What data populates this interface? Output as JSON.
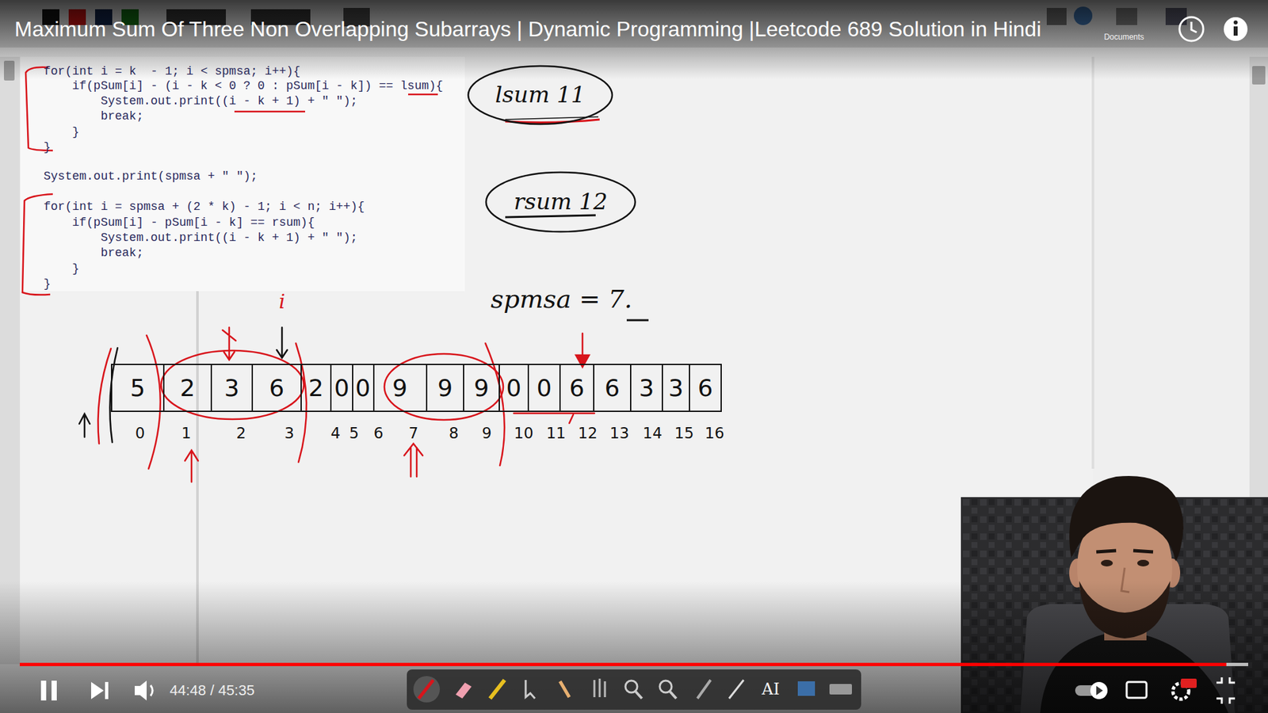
{
  "diagram": {
    "title": "Maximum Sum Of Three Non Overlapping Subarrays | Dynamic Programming |Leetcode 689 Solution in Hindi",
    "nodes": [
      {
        "text": [
          "lsum 11"
        ]
      },
      {
        "text": [
          "rsum 12"
        ]
      },
      {
        "text": [
          "5"
        ]
      },
      {
        "text": [
          "2"
        ]
      },
      {
        "text": [
          "3"
        ]
      },
      {
        "text": [
          "6"
        ]
      },
      {
        "text": [
          "2"
        ]
      },
      {
        "text": [
          "0"
        ]
      },
      {
        "text": [
          "0"
        ]
      },
      {
        "text": [
          "9"
        ]
      },
      {
        "text": [
          "9"
        ]
      },
      {
        "text": [
          "9"
        ]
      },
      {
        "text": [
          "0"
        ]
      },
      {
        "text": [
          "0"
        ]
      },
      {
        "text": [
          "6"
        ]
      },
      {
        "text": [
          "6"
        ]
      },
      {
        "text": [
          "3"
        ]
      },
      {
        "text": [
          "3"
        ]
      },
      {
        "text": [
          "6"
        ]
      }
    ],
    "labels": [
      "for(int i = k  - 1; i < spmsa; i++){",
      "if(pSum[i] - (i - k < 0 ? 0 : pSum[i - k]) == lsum){",
      "System.out.print((i - k + 1) + \" \");",
      "break;",
      "}",
      "}",
      "System.out.print(spmsa + \" \");",
      "for(int i = spmsa + (2 * k) - 1; i < n; i++){",
      "if(pSum[i] - pSum[i - k] == rsum){",
      "System.out.print((i - k + 1) + \" \");",
      "break;",
      "}",
      "}",
      "spmsa = 7.",
      "i",
      "0",
      "1",
      "2",
      "3",
      "4",
      "5",
      "6",
      "7",
      "8",
      "9",
      "10",
      "11",
      "12",
      "13",
      "14",
      "15",
      "16",
      "44:48 / 45:35",
      "Documents",
      "AI"
    ]
  }
}
